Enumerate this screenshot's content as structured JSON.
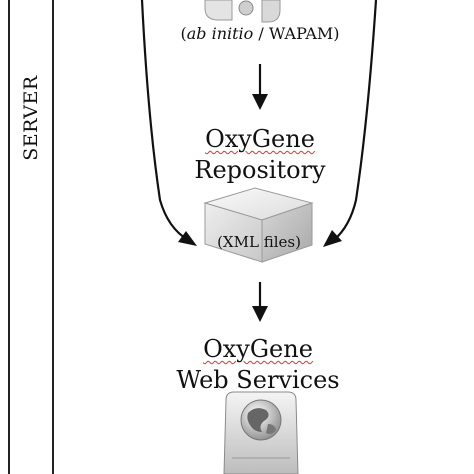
{
  "side_label": "SERVER",
  "top_caption_italic": "ab initio",
  "top_caption_rest": " / WAPAM)",
  "top_caption_open": "(",
  "repository": {
    "line1": "OxyGene",
    "line2": "Repository"
  },
  "xml_caption": "(XML files)",
  "services": {
    "line1": "OxyGene",
    "line2": "Web Services"
  },
  "colors": {
    "line": "#111111",
    "spellcheck": "#d23a3a",
    "box_light": "#f2f2f2",
    "box_dark": "#b8b8b8"
  }
}
